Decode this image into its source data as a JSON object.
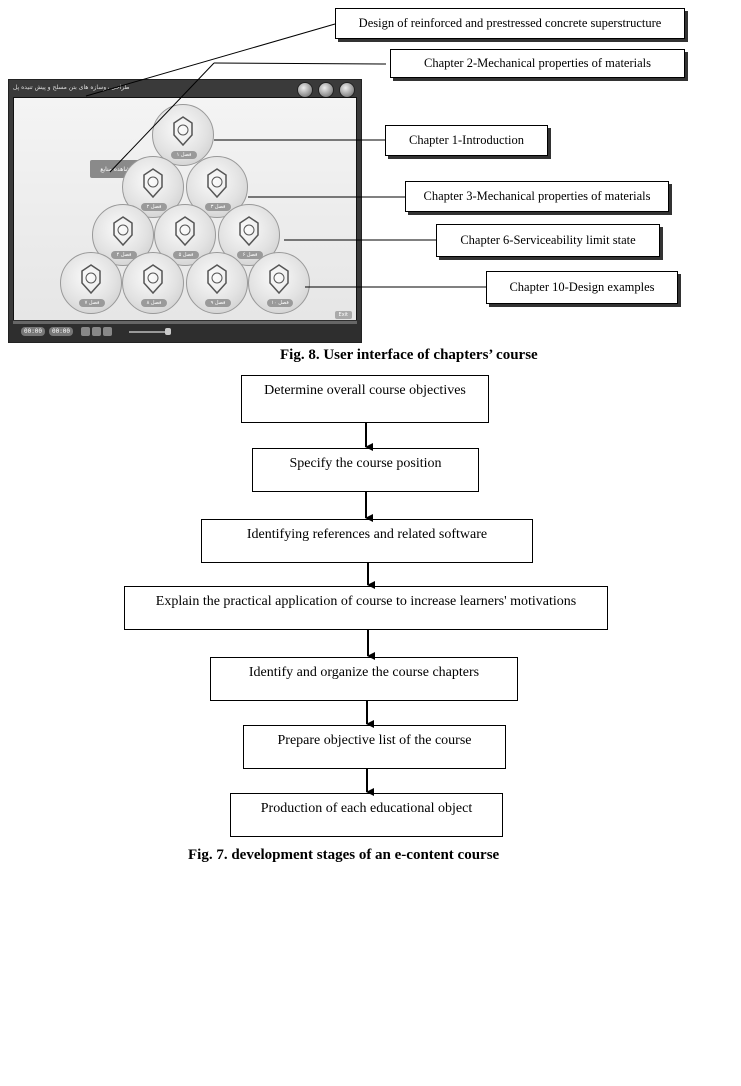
{
  "figure8": {
    "callouts": {
      "course": "Design of reinforced and prestressed concrete superstructure",
      "ch2": "Chapter 2-Mechanical properties of materials",
      "ch1": "Chapter 1-Introduction",
      "ch3": "Chapter 3-Mechanical properties of materials",
      "ch6": "Chapter 6-Serviceability limit state",
      "ch10": "Chapter 10-Design examples"
    },
    "screenshot": {
      "title": "طراحی روسازه های بتن مسلح و پیش تنیده پل",
      "hint": "مشاهده منابع",
      "medal_labels": [
        "فصل ۱",
        "فصل ۲",
        "فصل ۳",
        "فصل ۴",
        "فصل ۵",
        "فصل ۶",
        "فصل ۷",
        "فصل ۸",
        "فصل ۹",
        "فصل ۱۰"
      ],
      "time_elapsed": "00:00",
      "time_total": "00:00",
      "exit_label": "Exit"
    },
    "caption": "Fig. 8. User interface of chapters’ course"
  },
  "figure7": {
    "steps": [
      "Determine overall course objectives",
      "Specify the course position",
      "Identifying references and related software",
      "Explain the practical application of course to increase learners' motivations",
      "Identify and organize the course chapters",
      "Prepare objective list of the course",
      "Production of each educational object"
    ],
    "caption": "Fig. 7. development stages of an e-content course"
  }
}
